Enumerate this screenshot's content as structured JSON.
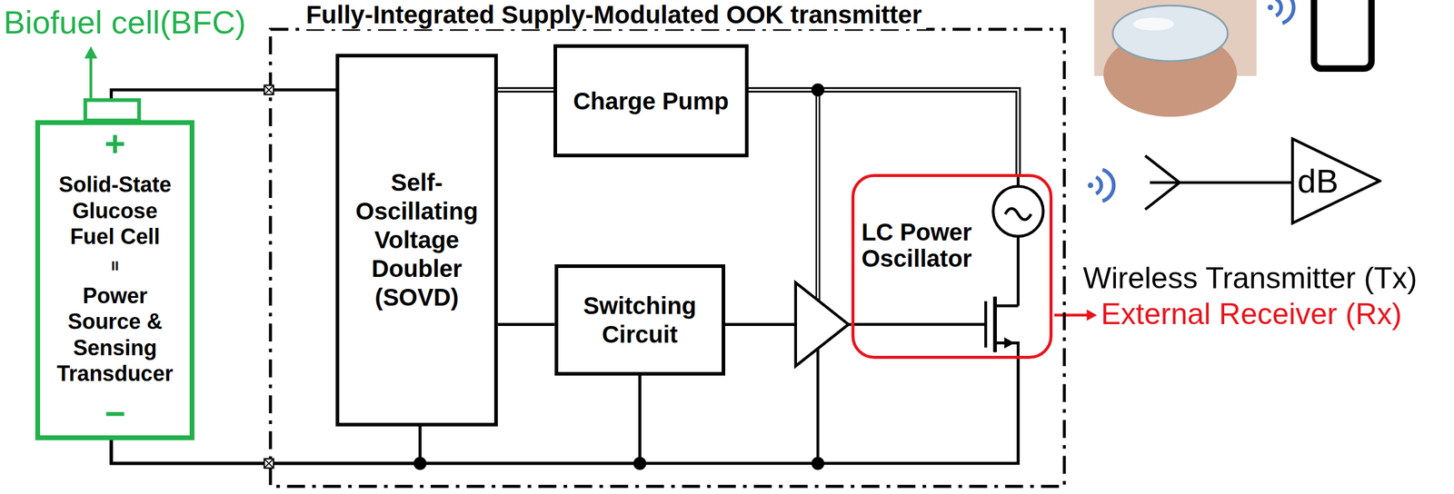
{
  "diagram": {
    "nodes": [
      {
        "text": [
          "+",
          "Solid-State Glucose Fuel Cell",
          "II",
          "Power Source & Sensing Transducer",
          "−"
        ]
      },
      {
        "text": [
          "Fully-Integrated Supply-Modulated OOK transmitter"
        ]
      },
      {
        "text": [
          "Self-Oscillating Voltage Doubler (SOVD)"
        ],
        "in": 1
      },
      {
        "text": [
          "Charge Pump"
        ],
        "in": 1
      },
      {
        "text": [
          "Switching Circuit"
        ],
        "in": 1
      },
      {
        "text": [
          "LC Power Oscillator"
        ],
        "in": 1
      },
      {
        "text": [
          "dB"
        ]
      }
    ],
    "edges": [
      {
        "from": 0,
        "to": 2,
        "arrow": "none"
      },
      {
        "from": 2,
        "to": 3,
        "arrow": "none"
      },
      {
        "from": 2,
        "to": 4,
        "arrow": "none"
      },
      {
        "from": 3,
        "to": 5,
        "arrow": "none"
      },
      {
        "from": 4,
        "to": 5,
        "arrow": "none"
      },
      {
        "from": 0,
        "to": 2,
        "arrow": "none"
      },
      {
        "from": 0,
        "to": 4,
        "arrow": "none"
      },
      {
        "from": 0,
        "to": 5,
        "arrow": "none"
      }
    ],
    "labels": [
      "Biofuel cell(BFC)",
      "Wireless Transmitter (Tx)",
      "External Receiver (Rx)"
    ]
  }
}
